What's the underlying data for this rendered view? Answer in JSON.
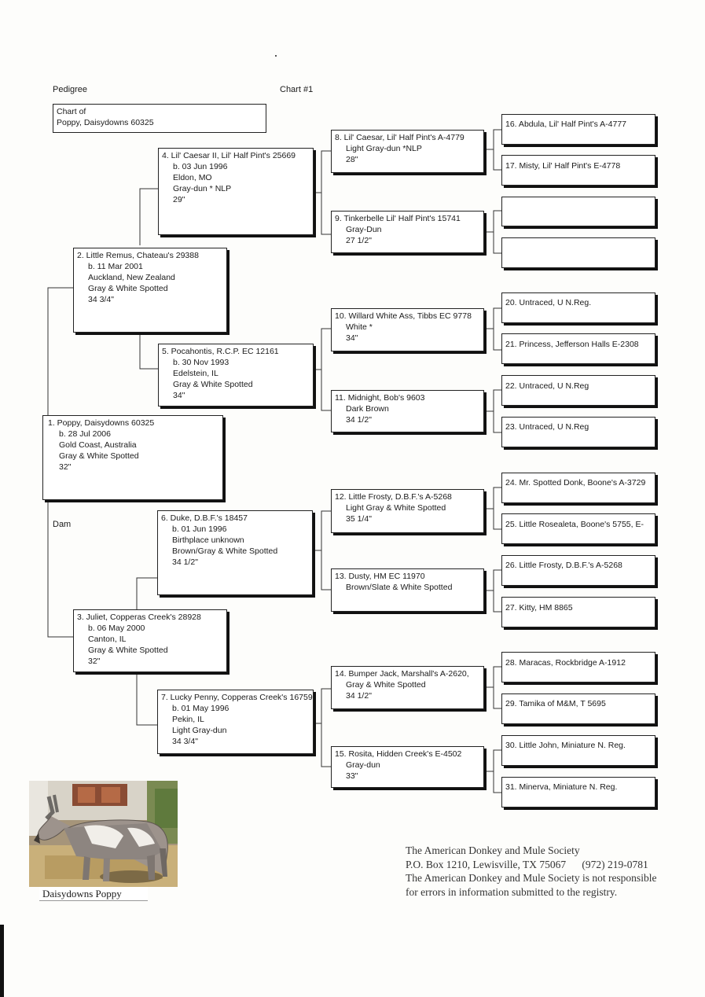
{
  "header": {
    "left": "Pedigree",
    "right": "Chart #1"
  },
  "chart_of": {
    "line1": "Chart of",
    "line2": "Poppy, Daisydowns 60325"
  },
  "dam_label": "Dam",
  "animals": {
    "a1": {
      "name": "1. Poppy, Daisydowns 60325",
      "details": [
        "b. 28 Jul 2006",
        "Gold Coast, Australia",
        "Gray & White Spotted",
        "32\""
      ]
    },
    "a2": {
      "name": "2. Little Remus, Chateau's 29388",
      "details": [
        "b. 11 Mar 2001",
        "Auckland, New Zealand",
        "Gray & White Spotted",
        "34 3/4\""
      ]
    },
    "a3": {
      "name": "3. Juliet, Copperas Creek's 28928",
      "details": [
        "b. 06 May 2000",
        "Canton, IL",
        "Gray & White Spotted",
        "32\""
      ]
    },
    "a4": {
      "name": "4. Lil' Caesar II, Lil' Half Pint's 25669",
      "details": [
        "b. 03 Jun 1996",
        "Eldon, MO",
        "Gray-dun * NLP",
        "29\""
      ]
    },
    "a5": {
      "name": "5. Pocahontis, R.C.P. EC 12161",
      "details": [
        "b. 30 Nov 1993",
        "Edelstein, IL",
        "Gray & White Spotted",
        "34\""
      ]
    },
    "a6": {
      "name": "6. Duke, D.B.F.'s 18457",
      "details": [
        "b. 01 Jun 1996",
        "Birthplace unknown",
        "Brown/Gray & White Spotted",
        "34 1/2\""
      ]
    },
    "a7": {
      "name": "7. Lucky Penny, Copperas Creek's 16759",
      "details": [
        "b. 01 May 1996",
        "Pekin, IL",
        "Light Gray-dun",
        "34 3/4\""
      ]
    },
    "a8": {
      "name": "8. Lil' Caesar, Lil' Half Pint's A-4779",
      "details": [
        "Light Gray-dun *NLP",
        "28\""
      ]
    },
    "a9": {
      "name": "9. Tinkerbelle Lil' Half Pint's 15741",
      "details": [
        "Gray-Dun",
        "27 1/2\""
      ]
    },
    "a10": {
      "name": "10. Willard White Ass, Tibbs EC 9778",
      "details": [
        "White *",
        "34\""
      ]
    },
    "a11": {
      "name": "11. Midnight, Bob's 9603",
      "details": [
        "Dark Brown",
        "34 1/2\""
      ]
    },
    "a12": {
      "name": "12. Little Frosty, D.B.F.'s A-5268",
      "details": [
        "Light Gray & White Spotted",
        "35 1/4\""
      ]
    },
    "a13": {
      "name": "13. Dusty, HM EC 11970",
      "details": [
        "Brown/Slate & White Spotted"
      ]
    },
    "a14": {
      "name": "14. Bumper Jack, Marshall's A-2620,",
      "details": [
        "Gray & White Spotted",
        "34 1/2\""
      ]
    },
    "a15": {
      "name": "15. Rosita, Hidden Creek's E-4502",
      "details": [
        "Gray-dun",
        "33\""
      ]
    },
    "a16": {
      "name": "16. Abdula, Lil' Half Pint's A-4777"
    },
    "a17": {
      "name": "17. Misty, Lil' Half Pint's E-4778"
    },
    "a18": {
      "name": ""
    },
    "a19": {
      "name": ""
    },
    "a20": {
      "name": "20. Untraced, U N.Reg."
    },
    "a21": {
      "name": "21. Princess, Jefferson Halls E-2308"
    },
    "a22": {
      "name": "22. Untraced, U N.Reg"
    },
    "a23": {
      "name": "23. Untraced, U N.Reg"
    },
    "a24": {
      "name": "24. Mr. Spotted Donk, Boone's A-3729"
    },
    "a25": {
      "name": "25. Little Rosealeta, Boone's 5755, E-"
    },
    "a26": {
      "name": "26. Little Frosty, D.B.F.'s A-5268"
    },
    "a27": {
      "name": "27. Kitty, HM 8865"
    },
    "a28": {
      "name": "28. Maracas, Rockbridge A-1912"
    },
    "a29": {
      "name": "29. Tamika of M&M, T 5695"
    },
    "a30": {
      "name": "30. Little John, Miniature N. Reg."
    },
    "a31": {
      "name": "31. Minerva, Miniature N. Reg."
    }
  },
  "photo_caption": "Daisydowns Poppy",
  "footer": {
    "line1": "The American Donkey and Mule Society",
    "line2": "P.O. Box 1210, Lewisville, TX 75067      (972) 219-0781",
    "line3": "The American Donkey and Mule Society is not responsible",
    "line4": "for errors in information submitted to the registry."
  }
}
